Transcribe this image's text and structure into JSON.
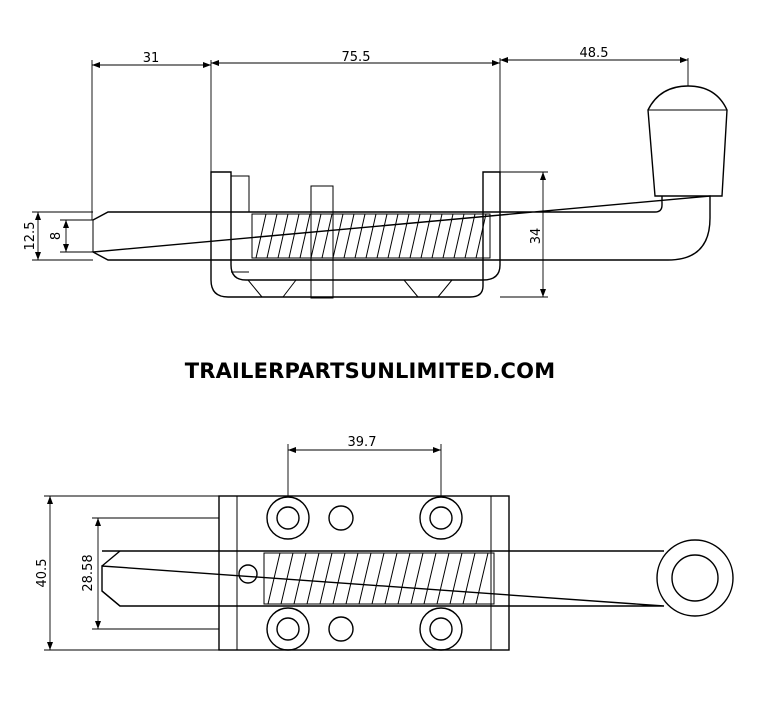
{
  "brand": "TRAILERPARTSUNLIMITED.COM",
  "side_view": {
    "dims": {
      "left_len": "31",
      "body_len": "75.5",
      "handle_reach": "48.5",
      "outer_height": "12.5",
      "pin_dia": "8",
      "body_height": "34"
    }
  },
  "top_view": {
    "dims": {
      "hole_spacing": "39.7",
      "plate_width": "40.5",
      "inner_width": "28.58"
    }
  }
}
